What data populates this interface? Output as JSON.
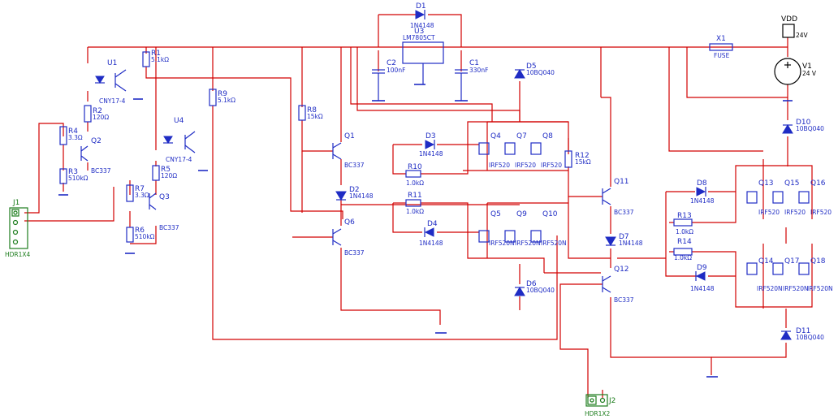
{
  "components": [
    {
      "key": "D1",
      "ref": "D1",
      "value": "1N4148"
    },
    {
      "key": "U3",
      "ref": "U3",
      "value": "LM7805CT"
    },
    {
      "key": "C2",
      "ref": "C2",
      "value": "100nF"
    },
    {
      "key": "C1",
      "ref": "C1",
      "value": "330nF"
    },
    {
      "key": "X1",
      "ref": "X1",
      "value": "FUSE"
    },
    {
      "key": "VDD",
      "ref": "VDD",
      "value": "24V"
    },
    {
      "key": "V1",
      "ref": "V1",
      "value": "24 V"
    },
    {
      "key": "U1",
      "ref": "U1",
      "value": "CNY17-4"
    },
    {
      "key": "R1",
      "ref": "R1",
      "value": "5.1kΩ"
    },
    {
      "key": "R2",
      "ref": "R2",
      "value": "120Ω"
    },
    {
      "key": "R4",
      "ref": "R4",
      "value": "3.3Ω"
    },
    {
      "key": "Q2",
      "ref": "Q2",
      "value": "BC337"
    },
    {
      "key": "R3",
      "ref": "R3",
      "value": "510kΩ"
    },
    {
      "key": "J1",
      "ref": "J1",
      "value": "HDR1X4"
    },
    {
      "key": "U4",
      "ref": "U4",
      "value": "CNY17-4"
    },
    {
      "key": "R9",
      "ref": "R9",
      "value": "5.1kΩ"
    },
    {
      "key": "R5",
      "ref": "R5",
      "value": "120Ω"
    },
    {
      "key": "R7",
      "ref": "R7",
      "value": "3.3Ω"
    },
    {
      "key": "Q3",
      "ref": "Q3",
      "value": "BC337"
    },
    {
      "key": "R6",
      "ref": "R6",
      "value": "510kΩ"
    },
    {
      "key": "R8",
      "ref": "R8",
      "value": "15kΩ"
    },
    {
      "key": "Q1",
      "ref": "Q1",
      "value": "BC337"
    },
    {
      "key": "D2",
      "ref": "D2",
      "value": "1N4148"
    },
    {
      "key": "Q6",
      "ref": "Q6",
      "value": "BC337"
    },
    {
      "key": "D3",
      "ref": "D3",
      "value": "1N4148"
    },
    {
      "key": "R10",
      "ref": "R10",
      "value": "1.0kΩ"
    },
    {
      "key": "R11",
      "ref": "R11",
      "value": "1.0kΩ"
    },
    {
      "key": "D4",
      "ref": "D4",
      "value": "1N4148"
    },
    {
      "key": "D5",
      "ref": "D5",
      "value": "10BQ040"
    },
    {
      "key": "Q4",
      "ref": "Q4",
      "value": "IRF520"
    },
    {
      "key": "Q7",
      "ref": "Q7",
      "value": "IRF520"
    },
    {
      "key": "Q8",
      "ref": "Q8",
      "value": "IRF520"
    },
    {
      "key": "Q5",
      "ref": "Q5",
      "value": "IRF520N"
    },
    {
      "key": "Q9",
      "ref": "Q9",
      "value": "IRF520N"
    },
    {
      "key": "Q10",
      "ref": "Q10",
      "value": "IRF520N"
    },
    {
      "key": "D6",
      "ref": "D6",
      "value": "10BQ040"
    },
    {
      "key": "R12",
      "ref": "R12",
      "value": "15kΩ"
    },
    {
      "key": "Q11",
      "ref": "Q11",
      "value": "BC337"
    },
    {
      "key": "D7",
      "ref": "D7",
      "value": "1N4148"
    },
    {
      "key": "Q12",
      "ref": "Q12",
      "value": "BC337"
    },
    {
      "key": "J2",
      "ref": "J2",
      "value": "HDR1X2"
    },
    {
      "key": "D10",
      "ref": "D10",
      "value": "10BQ040"
    },
    {
      "key": "D8",
      "ref": "D8",
      "value": "1N4148"
    },
    {
      "key": "R13",
      "ref": "R13",
      "value": "1.0kΩ"
    },
    {
      "key": "R14",
      "ref": "R14",
      "value": "1.0kΩ"
    },
    {
      "key": "D9",
      "ref": "D9",
      "value": "1N4148"
    },
    {
      "key": "Q13",
      "ref": "Q13",
      "value": "IRF520"
    },
    {
      "key": "Q15",
      "ref": "Q15",
      "value": "IRF520"
    },
    {
      "key": "Q16",
      "ref": "Q16",
      "value": "IRF520"
    },
    {
      "key": "Q14",
      "ref": "Q14",
      "value": "IRF520N"
    },
    {
      "key": "Q17",
      "ref": "Q17",
      "value": "IRF520N"
    },
    {
      "key": "Q18",
      "ref": "Q18",
      "value": "IRF520N"
    },
    {
      "key": "D11",
      "ref": "D11",
      "value": "10BQ040"
    }
  ],
  "colors": {
    "wire": "#d20000",
    "component": "#1f2cc4",
    "connector": "#1d7d1d",
    "supply": "#000000"
  }
}
